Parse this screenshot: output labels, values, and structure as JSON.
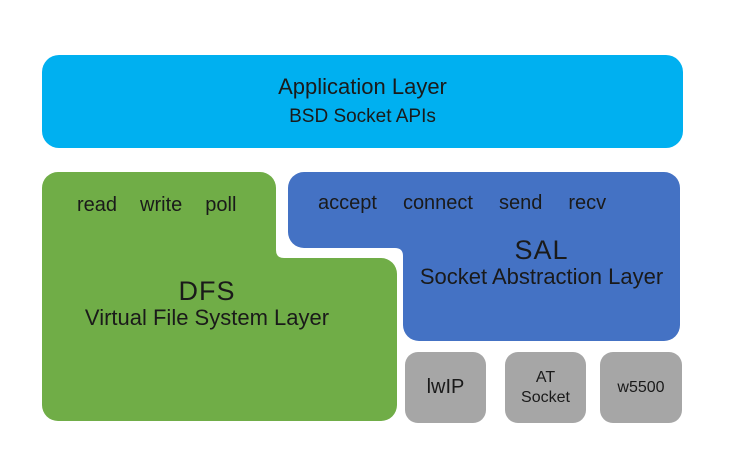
{
  "colors": {
    "application": "#00B0F0",
    "dfs": "#70AD47",
    "sal": "#4472C4",
    "component": "#A6A6A6",
    "text": "#1a1a1a"
  },
  "application_layer": {
    "title": "Application Layer",
    "subtitle": "BSD Socket APIs"
  },
  "dfs_layer": {
    "functions": [
      "read",
      "write",
      "poll"
    ],
    "acronym": "DFS",
    "name": "Virtual File System Layer"
  },
  "sal_layer": {
    "functions": [
      "accept",
      "connect",
      "send",
      "recv"
    ],
    "acronym": "SAL",
    "name": "Socket Abstraction Layer"
  },
  "components": [
    {
      "lines": [
        "lwIP"
      ]
    },
    {
      "lines": [
        "AT",
        "Socket"
      ]
    },
    {
      "lines": [
        "w5500"
      ]
    }
  ]
}
